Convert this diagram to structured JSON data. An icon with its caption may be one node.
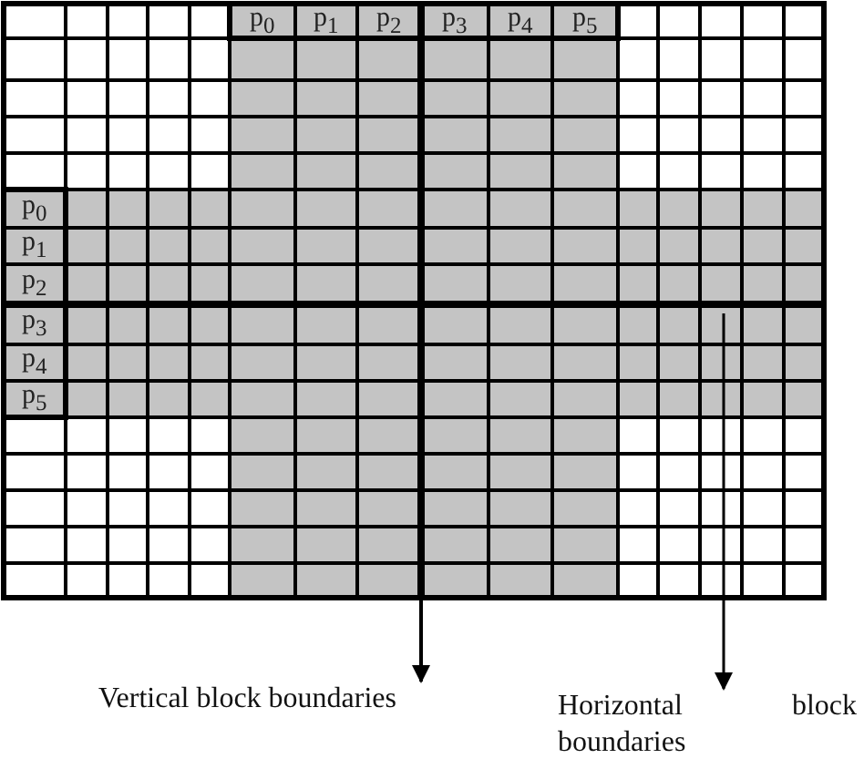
{
  "diagram": {
    "nodes": [
      {
        "text": [
          "Vertical block boundaries"
        ]
      },
      {
        "text": [
          "Horizontal block boundaries"
        ]
      }
    ],
    "edges": [
      {
        "from": null,
        "to": 0,
        "arrow": "to"
      },
      {
        "from": null,
        "to": 1,
        "arrow": "to"
      }
    ],
    "labels": [
      "p$_{0}$",
      "p$_{1}$",
      "p$_{2}$",
      "p$_{3}$",
      "p$_{4}$",
      "p$_{5}$",
      "p$_{0}$",
      "p$_{1}$",
      "p$_{2}$",
      "p$_{3}$",
      "p$_{4}$",
      "p$_{5}$"
    ]
  }
}
